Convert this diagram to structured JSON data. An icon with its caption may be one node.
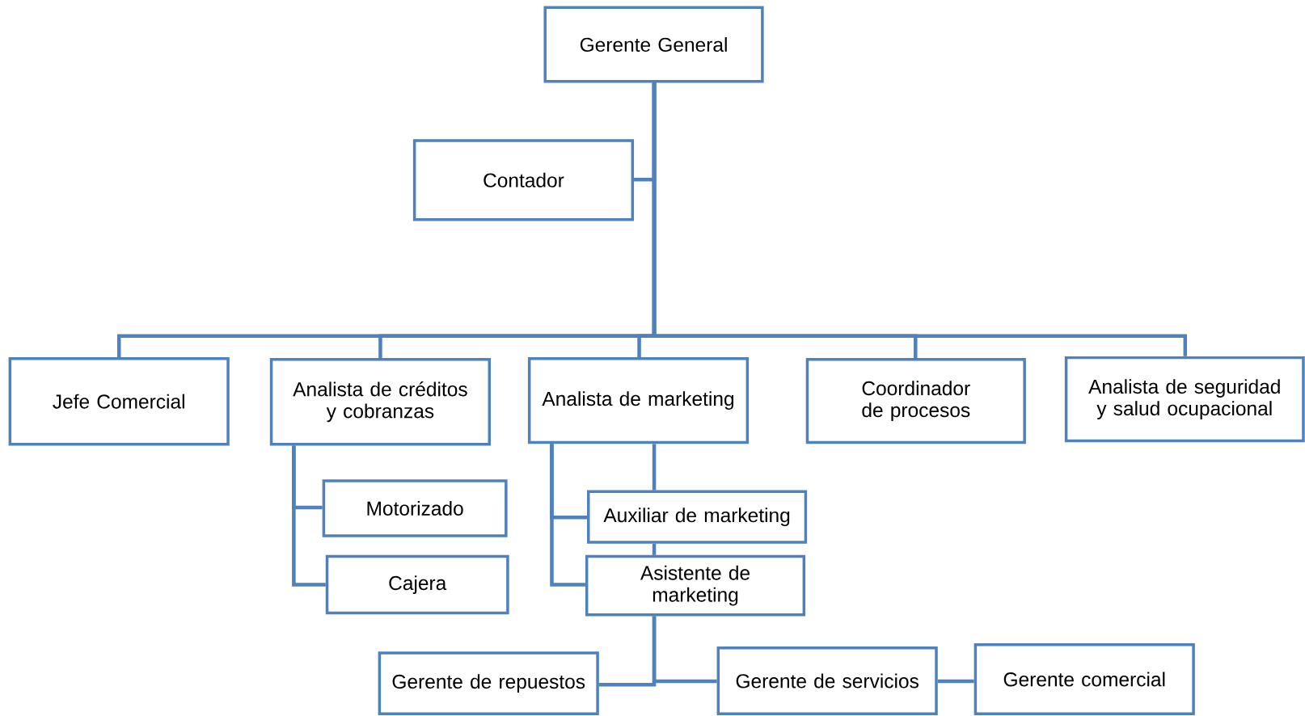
{
  "diagram": {
    "nodes": [
      {
        "text": [
          "Gerente General"
        ]
      },
      {
        "text": [
          "Contador"
        ]
      },
      {
        "text": [
          "Jefe Comercial"
        ]
      },
      {
        "text": [
          "Analista de créditos y cobranzas"
        ]
      },
      {
        "text": [
          "Analista de marketing"
        ]
      },
      {
        "text": [
          "Coordinador de procesos"
        ]
      },
      {
        "text": [
          "Analista de seguridad y salud ocupacional"
        ]
      },
      {
        "text": [
          "Motorizado"
        ]
      },
      {
        "text": [
          "Cajera"
        ]
      },
      {
        "text": [
          "Auxiliar de marketing"
        ]
      },
      {
        "text": [
          "Asistente de marketing"
        ]
      },
      {
        "text": [
          "Gerente de repuestos"
        ]
      },
      {
        "text": [
          "Gerente de servicios"
        ]
      },
      {
        "text": [
          "Gerente comercial"
        ]
      }
    ],
    "edges": [
      {
        "from": 0,
        "to": 1,
        "arrow": "none"
      },
      {
        "from": 0,
        "to": 2,
        "arrow": "none"
      },
      {
        "from": 0,
        "to": 3,
        "arrow": "none"
      },
      {
        "from": 0,
        "to": 4,
        "arrow": "none"
      },
      {
        "from": 0,
        "to": 5,
        "arrow": "none"
      },
      {
        "from": 0,
        "to": 6,
        "arrow": "none"
      },
      {
        "from": 3,
        "to": 7,
        "arrow": "none"
      },
      {
        "from": 3,
        "to": 8,
        "arrow": "none"
      },
      {
        "from": 4,
        "to": 9,
        "arrow": "none"
      },
      {
        "from": 4,
        "to": 10,
        "arrow": "none"
      },
      {
        "from": 4,
        "to": 9,
        "arrow": "none"
      },
      {
        "from": 9,
        "to": 10,
        "arrow": "none"
      },
      {
        "from": 10,
        "to": 11,
        "arrow": "none"
      },
      {
        "from": 10,
        "to": 12,
        "arrow": "none"
      },
      {
        "from": 12,
        "to": 13,
        "arrow": "none"
      }
    ]
  }
}
